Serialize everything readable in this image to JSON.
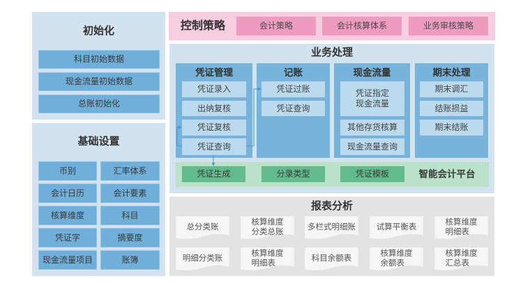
{
  "init": {
    "title": "初始化",
    "items": [
      "科目初始数据",
      "现金流量初始数据",
      "总账初始化"
    ]
  },
  "basic_settings": {
    "title": "基础设置",
    "items": [
      "币别",
      "汇率体系",
      "会计日历",
      "会计要素",
      "核算维度",
      "科目",
      "凭证字",
      "摘要度",
      "现金流量项目",
      "账簿"
    ]
  },
  "control": {
    "title": "控制策略",
    "buttons": [
      "会计策略",
      "会计核算体系",
      "业务审核策略"
    ]
  },
  "business": {
    "title": "业务处理",
    "columns": [
      {
        "title": "凭证管理",
        "items": [
          "凭证录入",
          "出纳复核",
          "凭证复核",
          "凭证查询"
        ]
      },
      {
        "title": "记账",
        "items": [
          "凭证过账",
          "凭证查询"
        ]
      },
      {
        "title": "现金流量",
        "items": [
          "凭证指定\n现金流量",
          "其他存货核算",
          "现金流量查询"
        ]
      },
      {
        "title": "期末处理",
        "items": [
          "期末调汇",
          "结账损益",
          "期末结账"
        ]
      }
    ],
    "platform": {
      "label": "智能会计平台",
      "items": [
        "凭证生成",
        "分录类型",
        "凭证模板"
      ]
    }
  },
  "reports": {
    "title": "报表分析",
    "items": [
      "总分类账",
      "核算维度\n分类总账",
      "多栏式明细账",
      "试算平衡表",
      "核算维度\n明细表",
      "明细分类账",
      "核算维度\n明细表",
      "科目余额表",
      "核算维度\n余额表",
      "核算维度\n汇总表"
    ]
  },
  "colors": {
    "panel_blue": "#d2e3ef",
    "item_blue": "#6fafd9",
    "item_light": "#bcdaee",
    "column_blue": "#77b3da",
    "pink_bg": "#f9cde0",
    "pink_button": "#ef9bbd",
    "green_bg": "#b9e2c9",
    "green_item": "#62bb8d",
    "report_bg": "#e3e3e3",
    "document": "#f6f6f6",
    "arrow": "#3d9ad6"
  }
}
